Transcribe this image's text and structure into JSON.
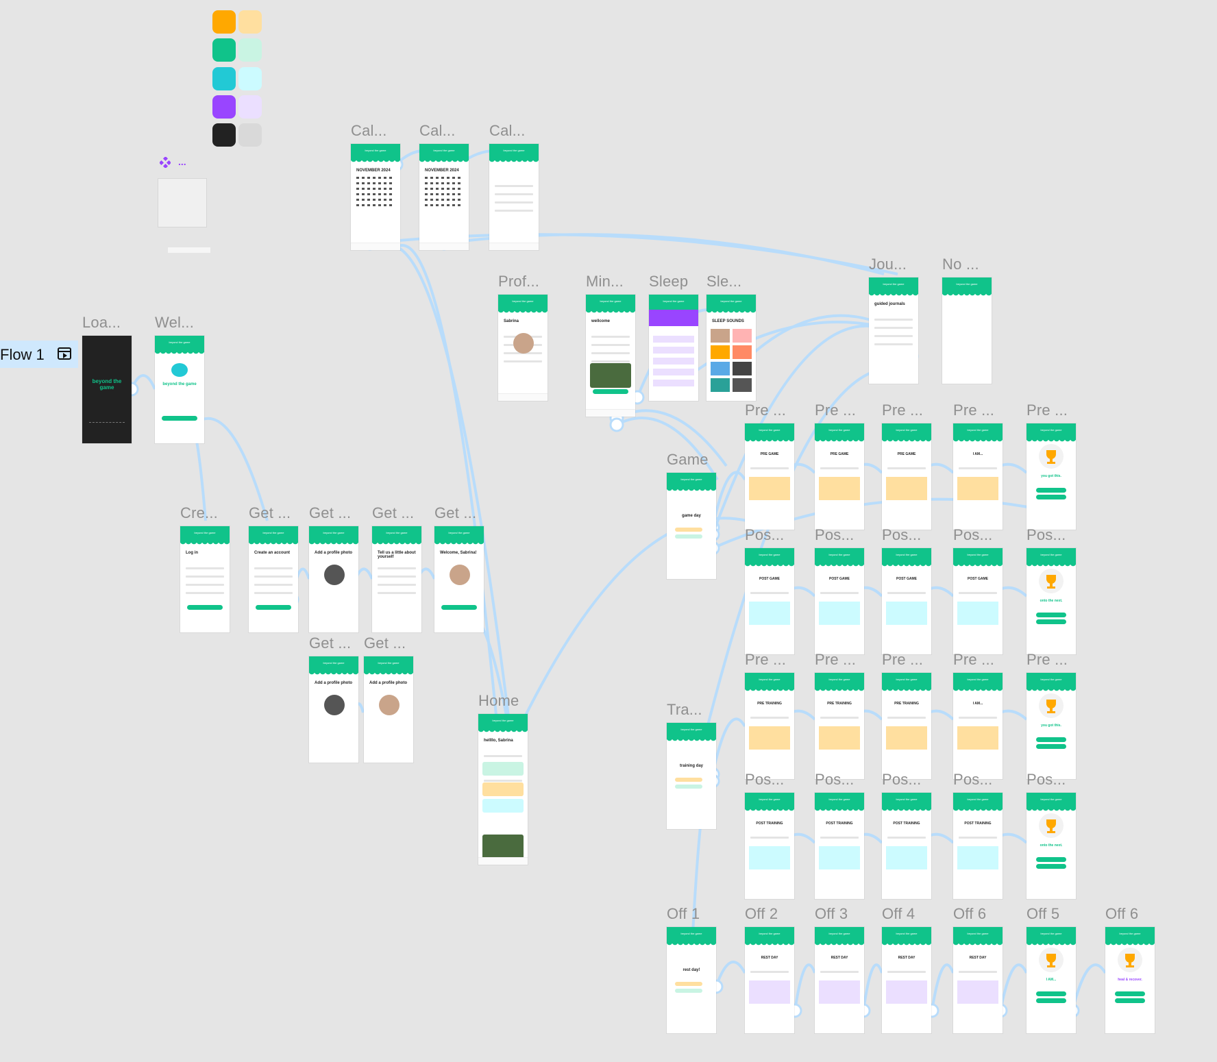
{
  "swatches": [
    "#ffa800",
    "#ffdf9f",
    "#10c38a",
    "#c9f4e3",
    "#22c9d5",
    "#ccfbff",
    "#9945ff",
    "#ebdfff",
    "#222222",
    "#d9d9d9"
  ],
  "flow": {
    "label": "Flow 1",
    "icon": "play-frame-icon"
  },
  "component": {
    "icon": "component-icon",
    "label": "..."
  },
  "brand": "beyond the game",
  "frames": [
    {
      "id": "load",
      "label": "Loa...",
      "title": "beyond the game"
    },
    {
      "id": "welcome",
      "label": "Wel...",
      "title": "beyond the game"
    },
    {
      "id": "cal1",
      "label": "Cal...",
      "title": "NOVEMBER 2024"
    },
    {
      "id": "cal2",
      "label": "Cal...",
      "title": "NOVEMBER 2024"
    },
    {
      "id": "cal3",
      "label": "Cal...",
      "title": ""
    },
    {
      "id": "profile",
      "label": "Prof...",
      "title": "Sabrina"
    },
    {
      "id": "mind",
      "label": "Min...",
      "title": "wellcome"
    },
    {
      "id": "sleep",
      "label": "Sleep",
      "title": "sleep"
    },
    {
      "id": "sleepsounds",
      "label": "Sle...",
      "title": "SLEEP SOUNDS"
    },
    {
      "id": "journal",
      "label": "Jou...",
      "title": "guided journals"
    },
    {
      "id": "nojournal",
      "label": "No ...",
      "title": ""
    },
    {
      "id": "create",
      "label": "Cre...",
      "title": "Log in"
    },
    {
      "id": "get1",
      "label": "Get ...",
      "title": "Create an account"
    },
    {
      "id": "get2",
      "label": "Get ...",
      "title": "Add a profile photo"
    },
    {
      "id": "get3",
      "label": "Get ...",
      "title": "Tell us a little about yourself"
    },
    {
      "id": "get4",
      "label": "Get ...",
      "title": "Welcome, Sabrina!"
    },
    {
      "id": "get5",
      "label": "Get ...",
      "title": "Add a profile photo"
    },
    {
      "id": "get6",
      "label": "Get ...",
      "title": "Add a profile photo"
    },
    {
      "id": "home",
      "label": "Home",
      "title": "hellllo, Sabrina"
    },
    {
      "id": "game",
      "label": "Game",
      "title": "game day"
    },
    {
      "id": "training",
      "label": "Tra...",
      "title": "training day"
    },
    {
      "id": "pg1",
      "label": "Pre ...",
      "title": "PRE GAME"
    },
    {
      "id": "pg2",
      "label": "Pre ...",
      "title": "PRE GAME"
    },
    {
      "id": "pg3",
      "label": "Pre ...",
      "title": "PRE GAME"
    },
    {
      "id": "pg4",
      "label": "Pre ...",
      "title": "I AM..."
    },
    {
      "id": "pg5",
      "label": "Pre ...",
      "title": "you got this."
    },
    {
      "id": "po1",
      "label": "Pos...",
      "title": "POST GAME"
    },
    {
      "id": "po2",
      "label": "Pos...",
      "title": "POST GAME"
    },
    {
      "id": "po3",
      "label": "Pos...",
      "title": "POST GAME"
    },
    {
      "id": "po4",
      "label": "Pos...",
      "title": "POST GAME"
    },
    {
      "id": "po5",
      "label": "Pos...",
      "title": "onto the next."
    },
    {
      "id": "pt1",
      "label": "Pre ...",
      "title": "PRE TRAINING"
    },
    {
      "id": "pt2",
      "label": "Pre ...",
      "title": "PRE TRAINING"
    },
    {
      "id": "pt3",
      "label": "Pre ...",
      "title": "PRE TRAINING"
    },
    {
      "id": "pt4",
      "label": "Pre ...",
      "title": "I AM..."
    },
    {
      "id": "pt5",
      "label": "Pre ...",
      "title": "you got this."
    },
    {
      "id": "ptr1",
      "label": "Pos...",
      "title": "POST TRAINING"
    },
    {
      "id": "ptr2",
      "label": "Pos...",
      "title": "POST TRAINING"
    },
    {
      "id": "ptr3",
      "label": "Pos...",
      "title": "POST TRAINING"
    },
    {
      "id": "ptr4",
      "label": "Pos...",
      "title": "POST TRAINING"
    },
    {
      "id": "ptr5",
      "label": "Pos...",
      "title": "onto the next."
    },
    {
      "id": "off1",
      "label": "Off 1",
      "title": "rest day!"
    },
    {
      "id": "off2",
      "label": "Off 2",
      "title": "REST DAY"
    },
    {
      "id": "off3",
      "label": "Off 3",
      "title": "REST DAY"
    },
    {
      "id": "off4",
      "label": "Off 4",
      "title": "REST DAY"
    },
    {
      "id": "off6a",
      "label": "Off 6",
      "title": "REST DAY"
    },
    {
      "id": "off5",
      "label": "Off 5",
      "title": "I AM..."
    },
    {
      "id": "off6b",
      "label": "Off 6",
      "title": "heal & recover."
    }
  ]
}
